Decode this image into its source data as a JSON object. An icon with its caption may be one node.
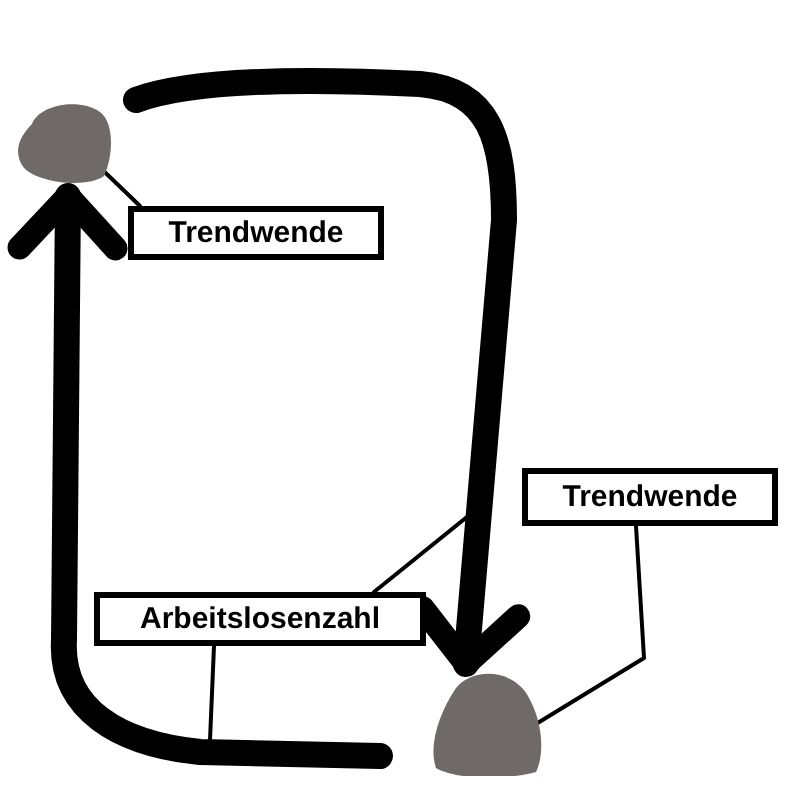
{
  "diagram": {
    "nodes": [
      {
        "text": [],
        "shape": "circle"
      },
      {
        "text": [
          "Trendwende"
        ]
      },
      {
        "text": [],
        "shape": "circle"
      },
      {
        "text": [
          "Trendwende"
        ]
      },
      {
        "text": [
          "Arbeitslosenzahl"
        ]
      }
    ],
    "edges": [
      {
        "from": 0,
        "to": 2,
        "arrow": "to",
        "style": "thick"
      },
      {
        "from": 2,
        "to": 0,
        "arrow": "to",
        "style": "thick"
      },
      {
        "from": 1,
        "to": 0,
        "arrow": "none"
      },
      {
        "from": 3,
        "to": 2,
        "arrow": "none"
      },
      {
        "from": 4,
        "to": null,
        "arrow": "none"
      },
      {
        "from": 4,
        "to": null,
        "arrow": "none"
      }
    ]
  }
}
